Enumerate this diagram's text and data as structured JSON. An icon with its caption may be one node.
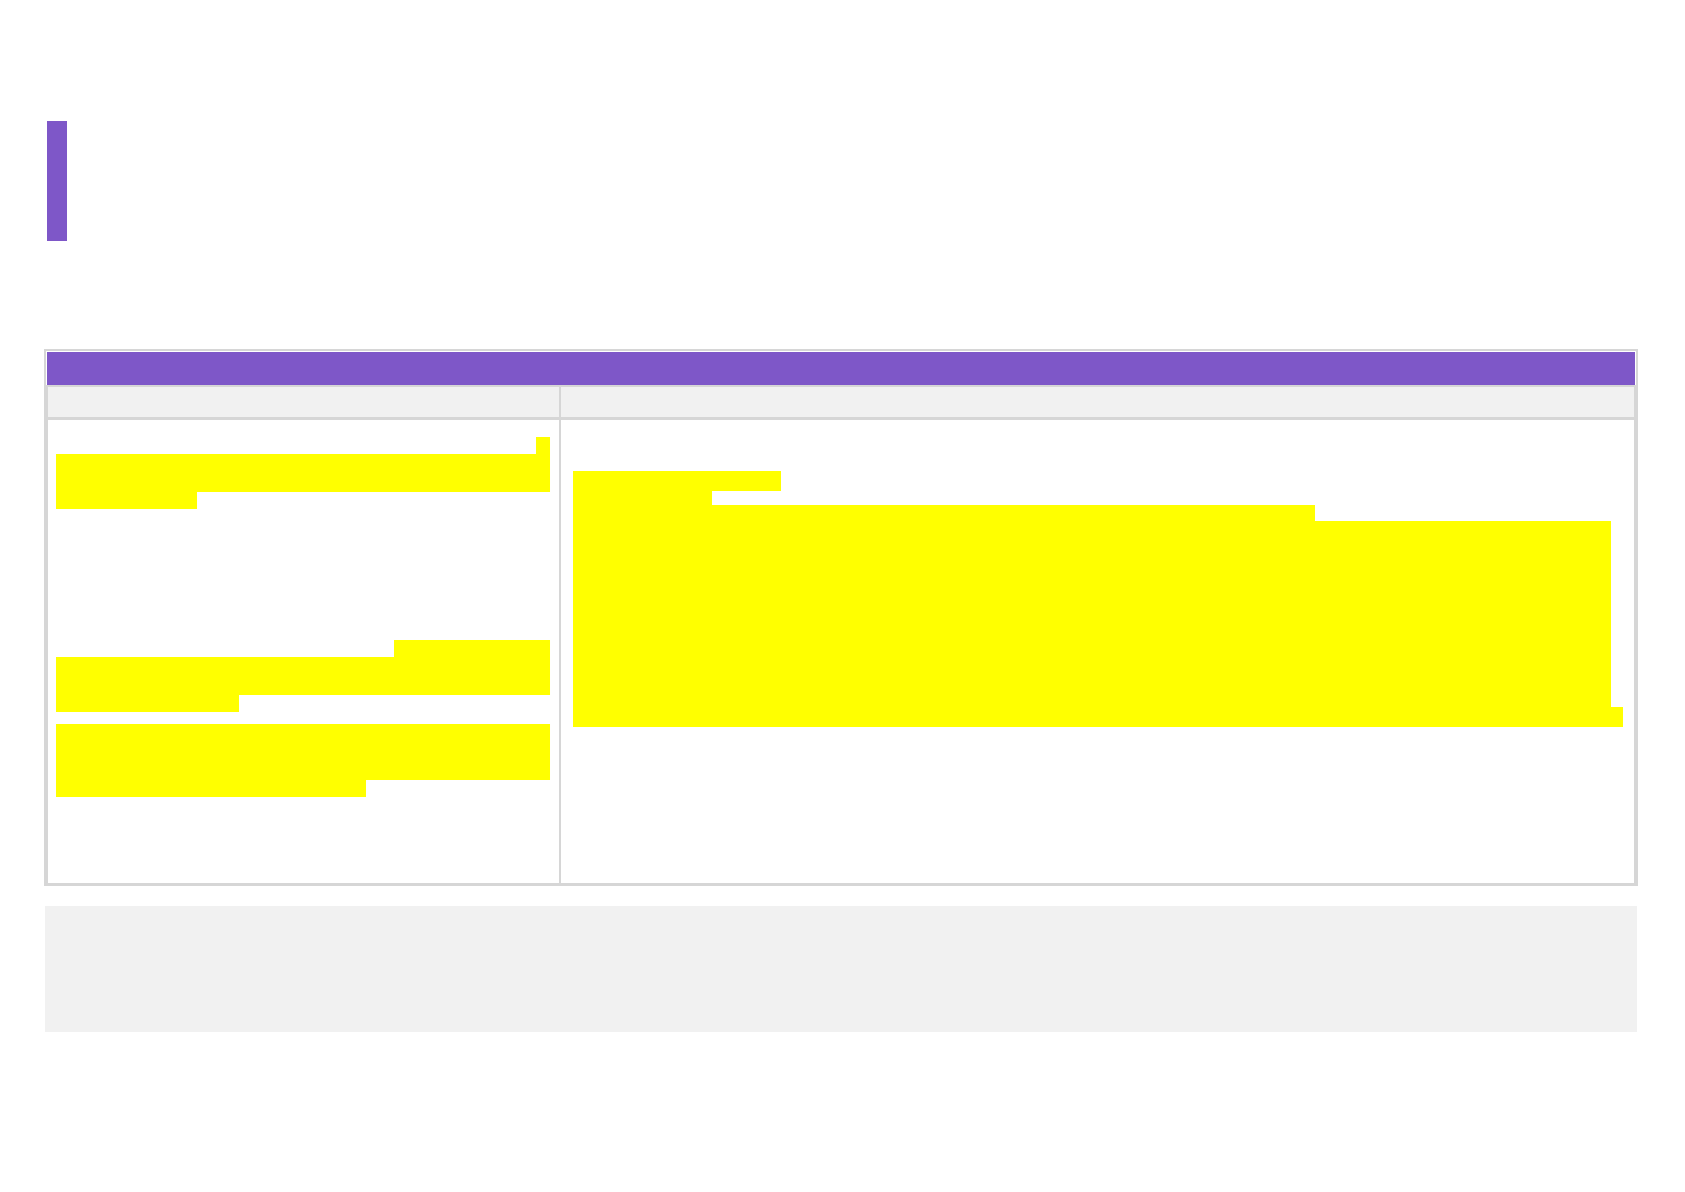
{
  "diagram": {
    "nodes": [
      {
        "text": [],
        "shape": "bar"
      },
      {
        "text": [],
        "shape": "box"
      },
      {
        "text": [],
        "shape": "bar",
        "in": 1
      },
      {
        "text": [],
        "shape": "box",
        "in": 1
      },
      {
        "text": [],
        "shape": "box",
        "in": 1
      },
      {
        "text": [],
        "shape": "box",
        "in": 1
      },
      {
        "text": [],
        "shape": "box",
        "in": 1
      },
      {
        "text": [],
        "shape": "bar",
        "in": 5
      },
      {
        "text": [],
        "shape": "bar",
        "in": 5
      },
      {
        "text": [],
        "shape": "bar",
        "in": 5
      },
      {
        "text": [],
        "shape": "bar",
        "in": 6
      },
      {
        "text": [],
        "shape": "box"
      }
    ]
  }
}
